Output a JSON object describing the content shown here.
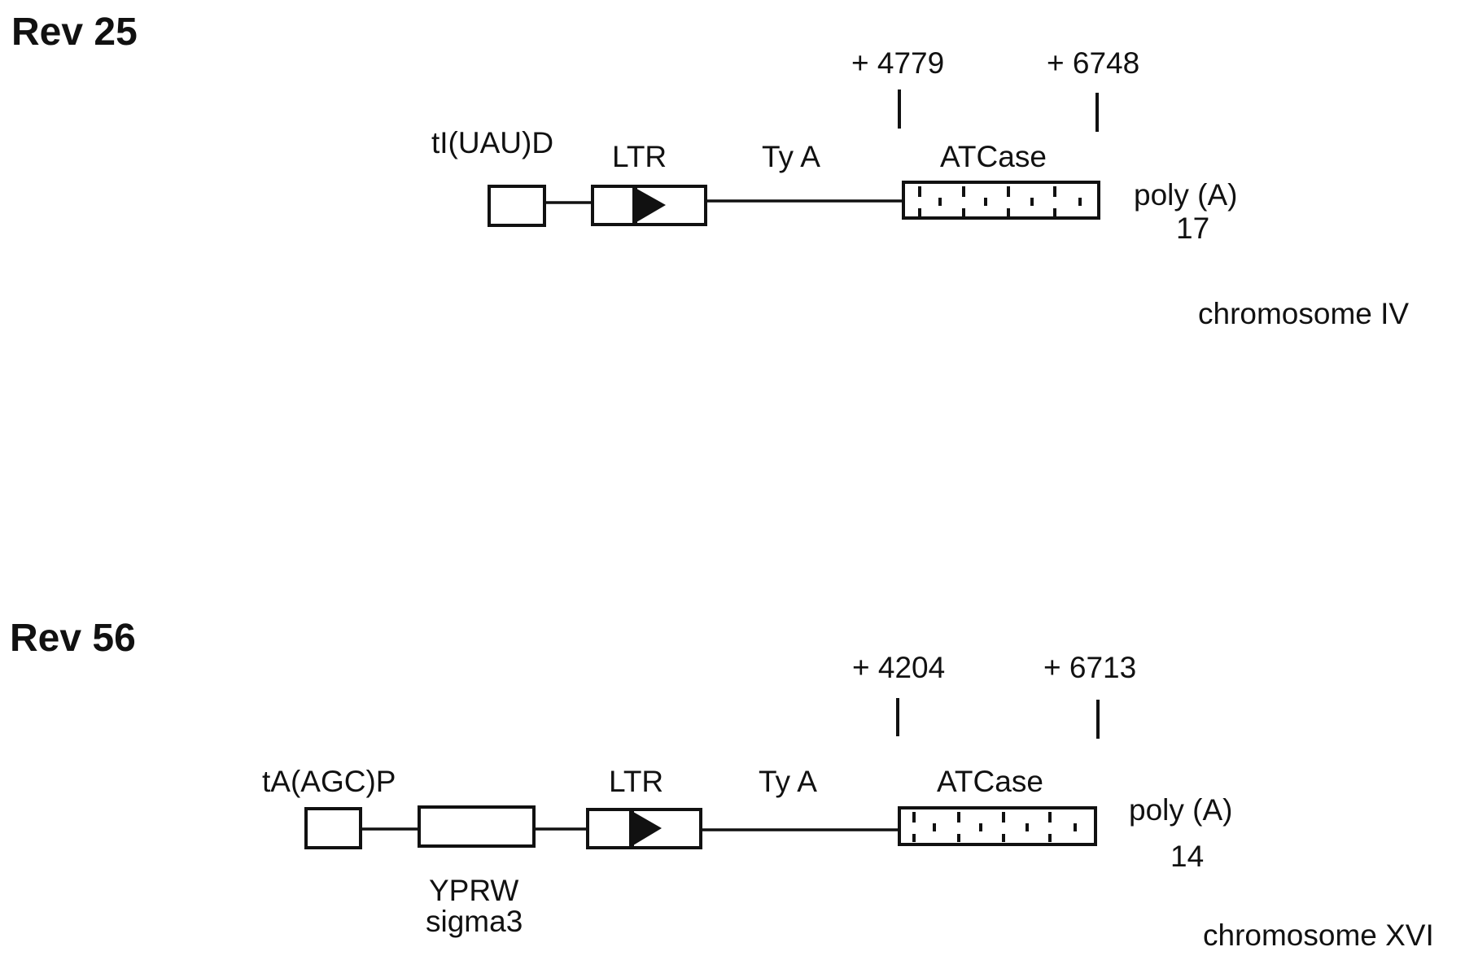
{
  "figure": {
    "panels": [
      {
        "title": "Rev 25",
        "trna_label": "tI(UAU)D",
        "ltr_label": "LTR",
        "tya_label": "Ty A",
        "atcase_label": "ATCase",
        "junction_start": "+ 4779",
        "junction_end": "+ 6748",
        "polya_label": "poly (A)",
        "polya_length": "17",
        "chromosome": "chromosome IV",
        "extra_gene": null
      },
      {
        "title": "Rev 56",
        "trna_label": "tA(AGC)P",
        "ltr_label": "LTR",
        "tya_label": "Ty A",
        "atcase_label": "ATCase",
        "junction_start": "+ 4204",
        "junction_end": "+ 6713",
        "polya_label": "poly (A)",
        "polya_length": "14",
        "chromosome": "chromosome XVI",
        "extra_gene": {
          "line1": "YPRW",
          "line2": "sigma3"
        }
      }
    ],
    "colors": {
      "ink": "#111111",
      "background": "#ffffff"
    }
  }
}
